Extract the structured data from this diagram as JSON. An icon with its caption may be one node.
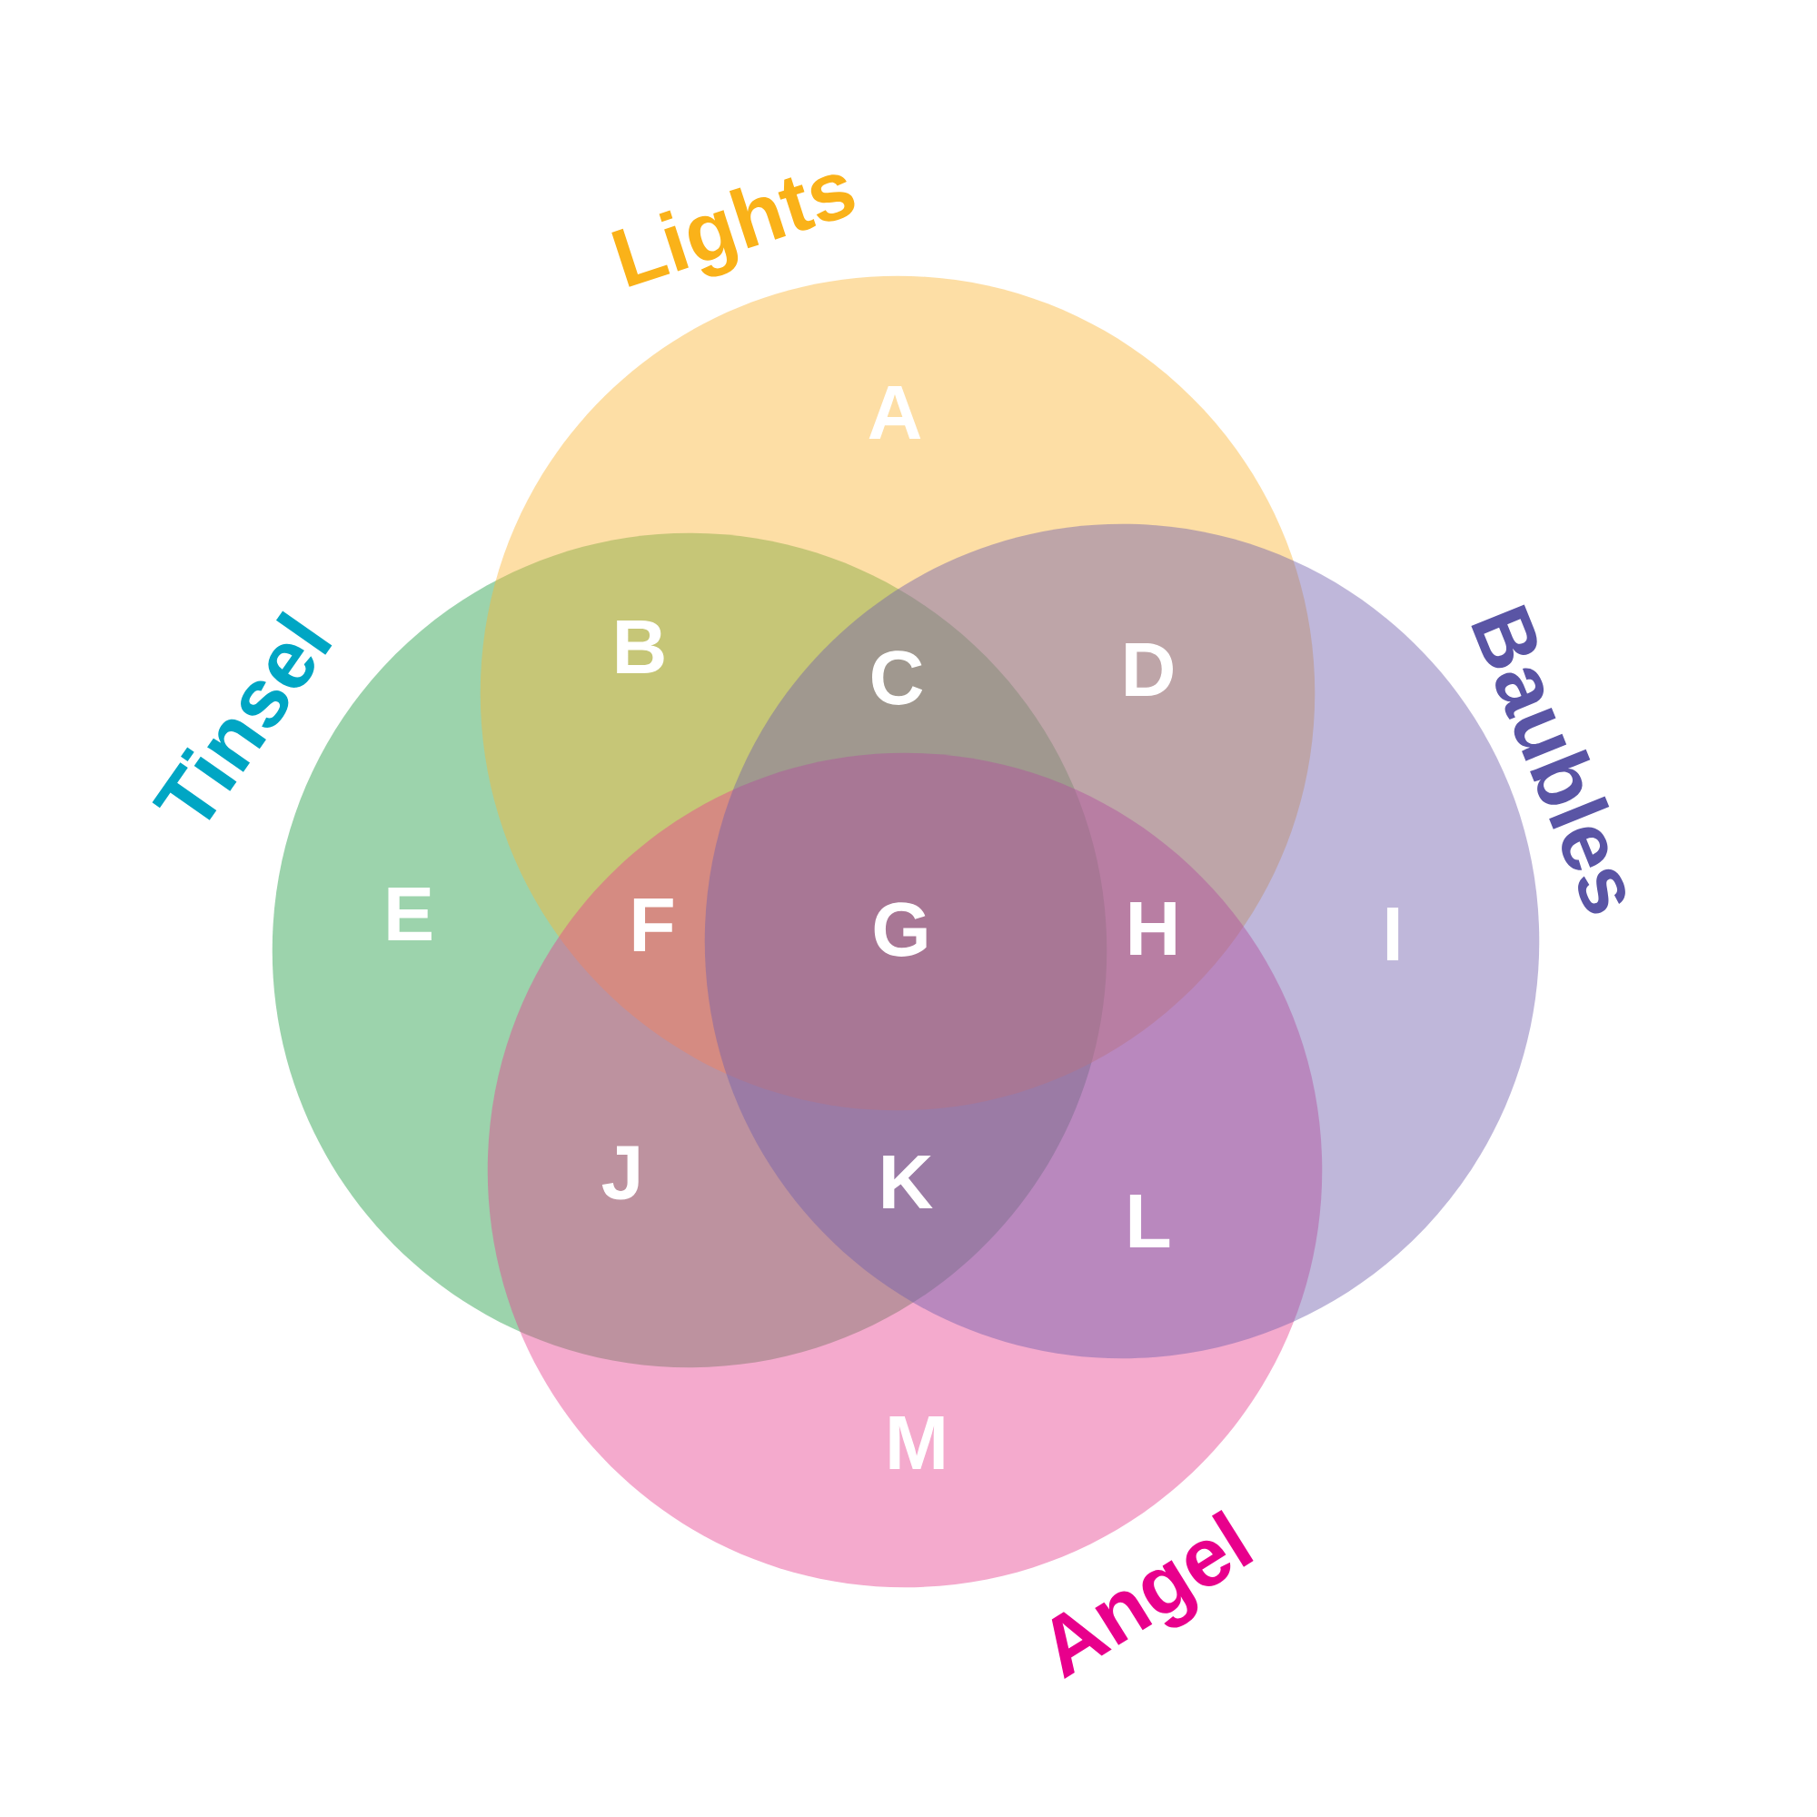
{
  "diagram": {
    "nodes": [
      {
        "text": [
          "Lights"
        ]
      },
      {
        "text": [
          "Tinsel"
        ]
      },
      {
        "text": [
          "Baubles"
        ]
      },
      {
        "text": [
          "Angel"
        ]
      }
    ],
    "labels": [
      "A",
      "B",
      "C",
      "D",
      "E",
      "F",
      "G",
      "H",
      "I",
      "J",
      "K",
      "L",
      "M"
    ]
  }
}
